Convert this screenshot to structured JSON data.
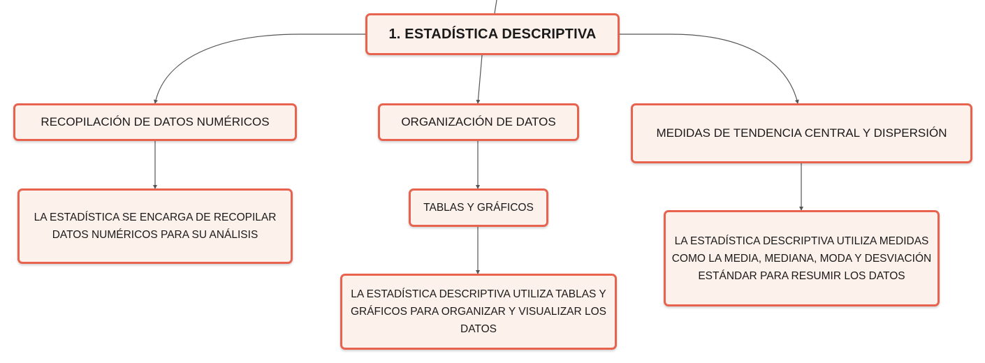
{
  "diagram": {
    "root": {
      "label": "1. ESTADÍSTICA DESCRIPTIVA"
    },
    "branches": [
      {
        "label": "RECOPILACIÓN DE DATOS NUMÉRICOS",
        "children": [
          {
            "label": "LA ESTADÍSTICA SE ENCARGA DE RECOPILAR DATOS NUMÉRICOS PARA SU ANÁLISIS"
          }
        ]
      },
      {
        "label": "ORGANIZACIÓN DE DATOS",
        "children": [
          {
            "label": "TABLAS Y GRÁFICOS",
            "children": [
              {
                "label": "LA ESTADÍSTICA DESCRIPTIVA UTILIZA TABLAS Y GRÁFICOS PARA ORGANIZAR Y VISUALIZAR LOS DATOS"
              }
            ]
          }
        ]
      },
      {
        "label": "MEDIDAS DE TENDENCIA CENTRAL Y DISPERSIÓN",
        "children": [
          {
            "label": "LA ESTADÍSTICA DESCRIPTIVA UTILIZA MEDIDAS COMO LA MEDIA, MEDIANA, MODA Y DESVIACIÓN ESTÁNDAR PARA RESUMIR LOS DATOS"
          }
        ]
      }
    ]
  },
  "colors": {
    "node_border": "#e8634e",
    "node_fill": "#fdf1ec",
    "connector": "#555555"
  }
}
